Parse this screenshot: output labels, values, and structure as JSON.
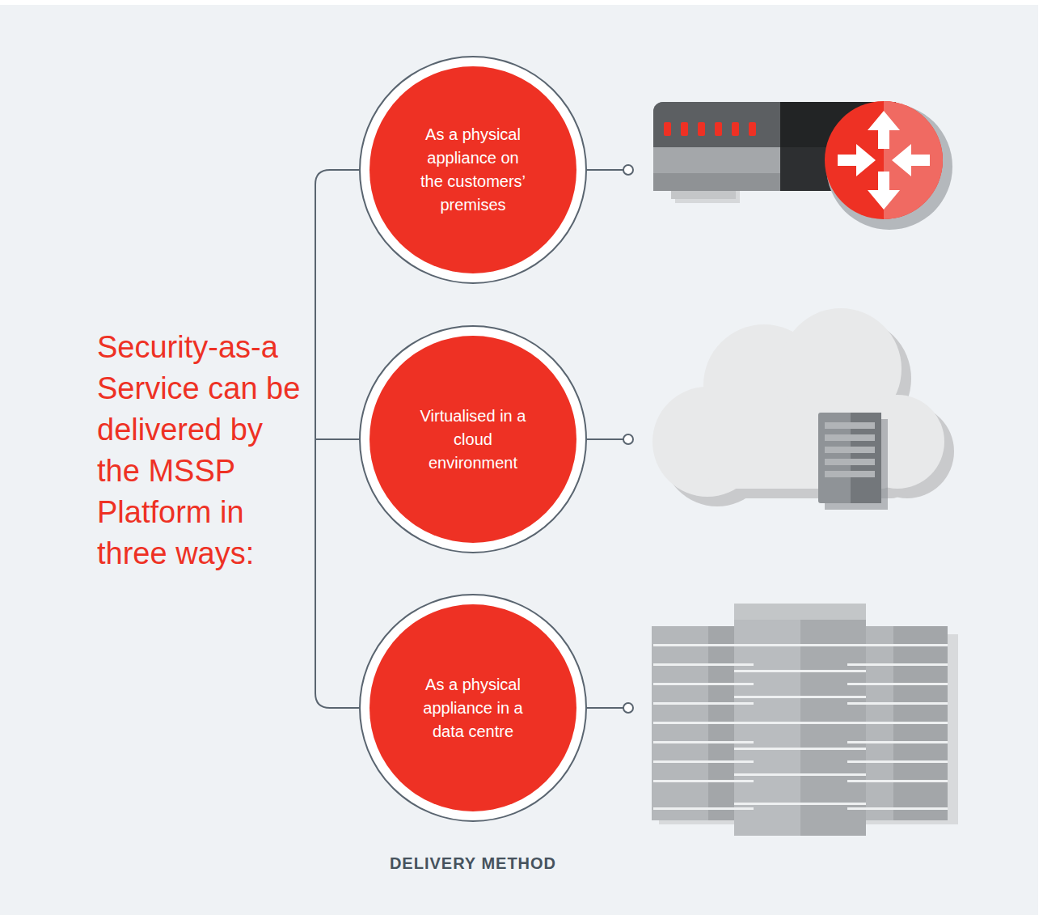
{
  "diagram": {
    "title": "Security-as-a Service can be delivered by the MSSP Platform in three ways:",
    "nodes": [
      {
        "text": [
          "As a physical appliance on the customers’ premises"
        ]
      },
      {
        "text": [
          "Virtualised in a cloud environment"
        ]
      },
      {
        "text": [
          "As a physical appliance in a data centre"
        ]
      }
    ],
    "labels": [
      "DELIVERY METHOD"
    ]
  }
}
